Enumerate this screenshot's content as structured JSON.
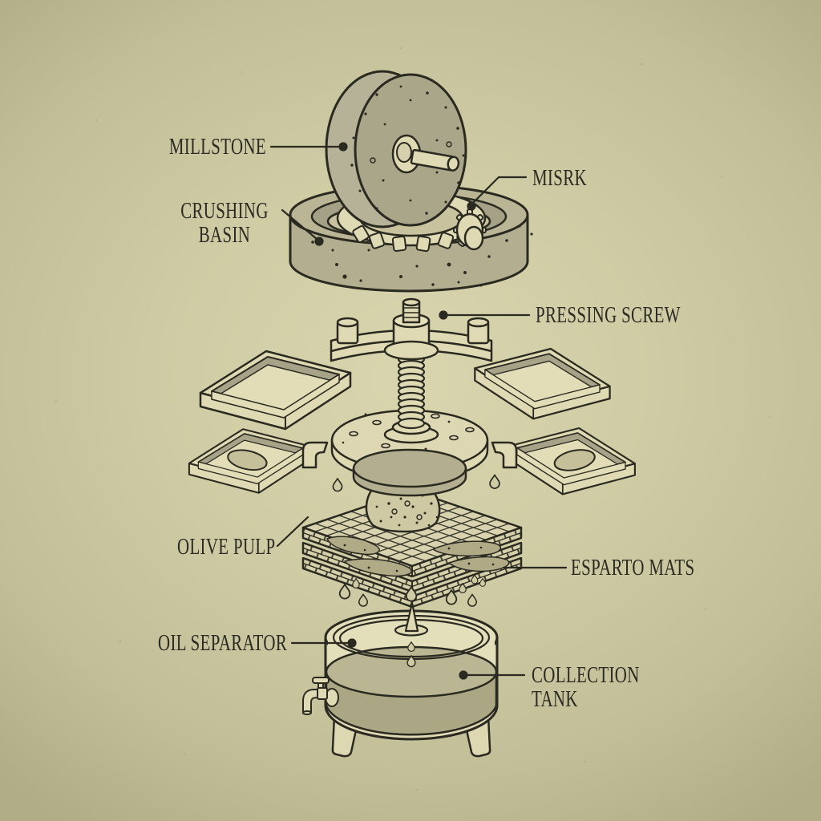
{
  "diagram": {
    "subject": "olive-oil-press-exploded-view",
    "labels": {
      "millstone": "MILLSTONE",
      "crushing_basin": "CRUSHING BASIN",
      "misrk": "MISRK",
      "pressing_screw": "PRESSING SCREW",
      "olive_pulp": "OLIVE PULP",
      "esparto_mats": "ESPARTO MATS",
      "oil_separator": "OIL SEPARATOR",
      "collection_tank": "COLLECTION TANK"
    },
    "colors": {
      "background": "#cfcba4",
      "background_edge": "#b1ad87",
      "ink": "#2a2a21",
      "cream": "#dfdab4",
      "cream_light": "#e4dfbb",
      "stone_face": "#a9a68a",
      "stone_rim": "#b6b298",
      "basin_wall": "#b2ae8f",
      "basin_inner": "#a5a186",
      "basin_floor": "#c8c39e",
      "follower": "#b2ae8f",
      "pulp": "#cfc9a3",
      "liquid_surface": "#bab592",
      "liquid_body": "#aba784",
      "label_text": "#2b2a23"
    }
  }
}
